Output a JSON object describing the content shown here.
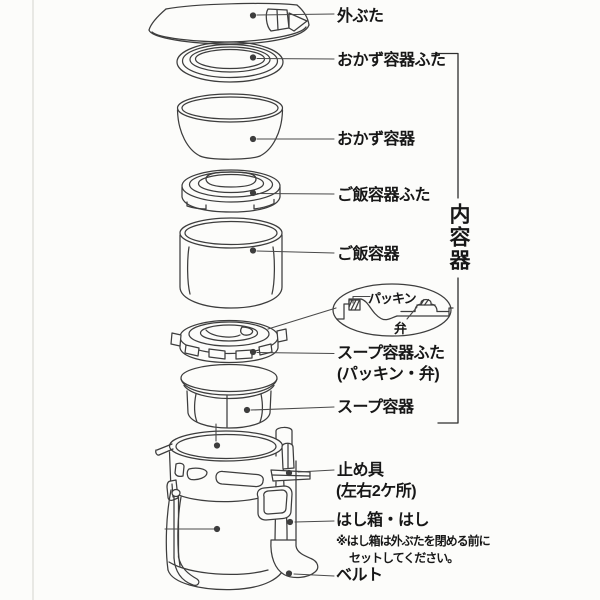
{
  "colors": {
    "background": "#fcfcfa",
    "line": "#3d3d3d",
    "leader": "#4a4a4a",
    "text": "#171717",
    "faint_rule": "#e8e8e4"
  },
  "labels": {
    "outer_lid": "外ぶた",
    "okazu_lid": "おかず容器ふた",
    "okazu": "おかず容器",
    "gohan_lid": "ご飯容器ふた",
    "gohan": "ご飯容器",
    "soup_lid": "スープ容器ふた",
    "soup_lid_sub": "(パッキン・弁)",
    "soup": "スープ容器",
    "stopper": "止め具",
    "stopper_sub": "(左右2ケ所)",
    "chopsticks": "はし箱・はし",
    "belt": "ベルト",
    "inner_group": "内容器",
    "packing": "パッキン",
    "valve": "弁"
  },
  "notes": {
    "line1": "※はし箱は外ぶたを閉める前に",
    "line2": "セットしてください。"
  }
}
